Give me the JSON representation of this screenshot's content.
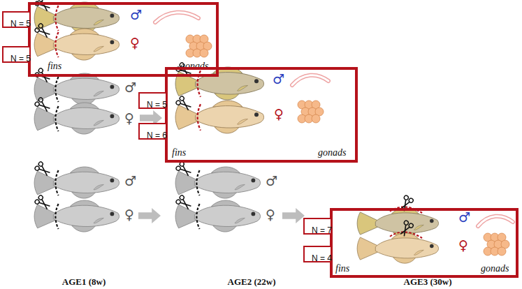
{
  "diagram": {
    "nodes": [
      {
        "text": [
          "fins",
          "gonads"
        ]
      },
      {
        "text": [
          "N = 5"
        ],
        "in": 0
      },
      {
        "text": [
          "N = 5"
        ],
        "in": 0
      },
      {
        "text": [
          "fins",
          "gonads"
        ]
      },
      {
        "text": [
          "N = 5"
        ],
        "in": 3
      },
      {
        "text": [
          "N = 6"
        ],
        "in": 3
      },
      {
        "text": [
          "fins",
          "gonads"
        ]
      },
      {
        "text": [
          "N = 7"
        ],
        "in": 6
      },
      {
        "text": [
          "N = 4"
        ],
        "in": 6
      }
    ],
    "labels": [
      "♂",
      "♀",
      "♂",
      "♀",
      "♂",
      "♀",
      "♂",
      "♀",
      "♂",
      "♀",
      "♂",
      "♀",
      "AGE1 (8w)",
      "AGE2 (22w)",
      "AGE3 (30w)"
    ]
  }
}
